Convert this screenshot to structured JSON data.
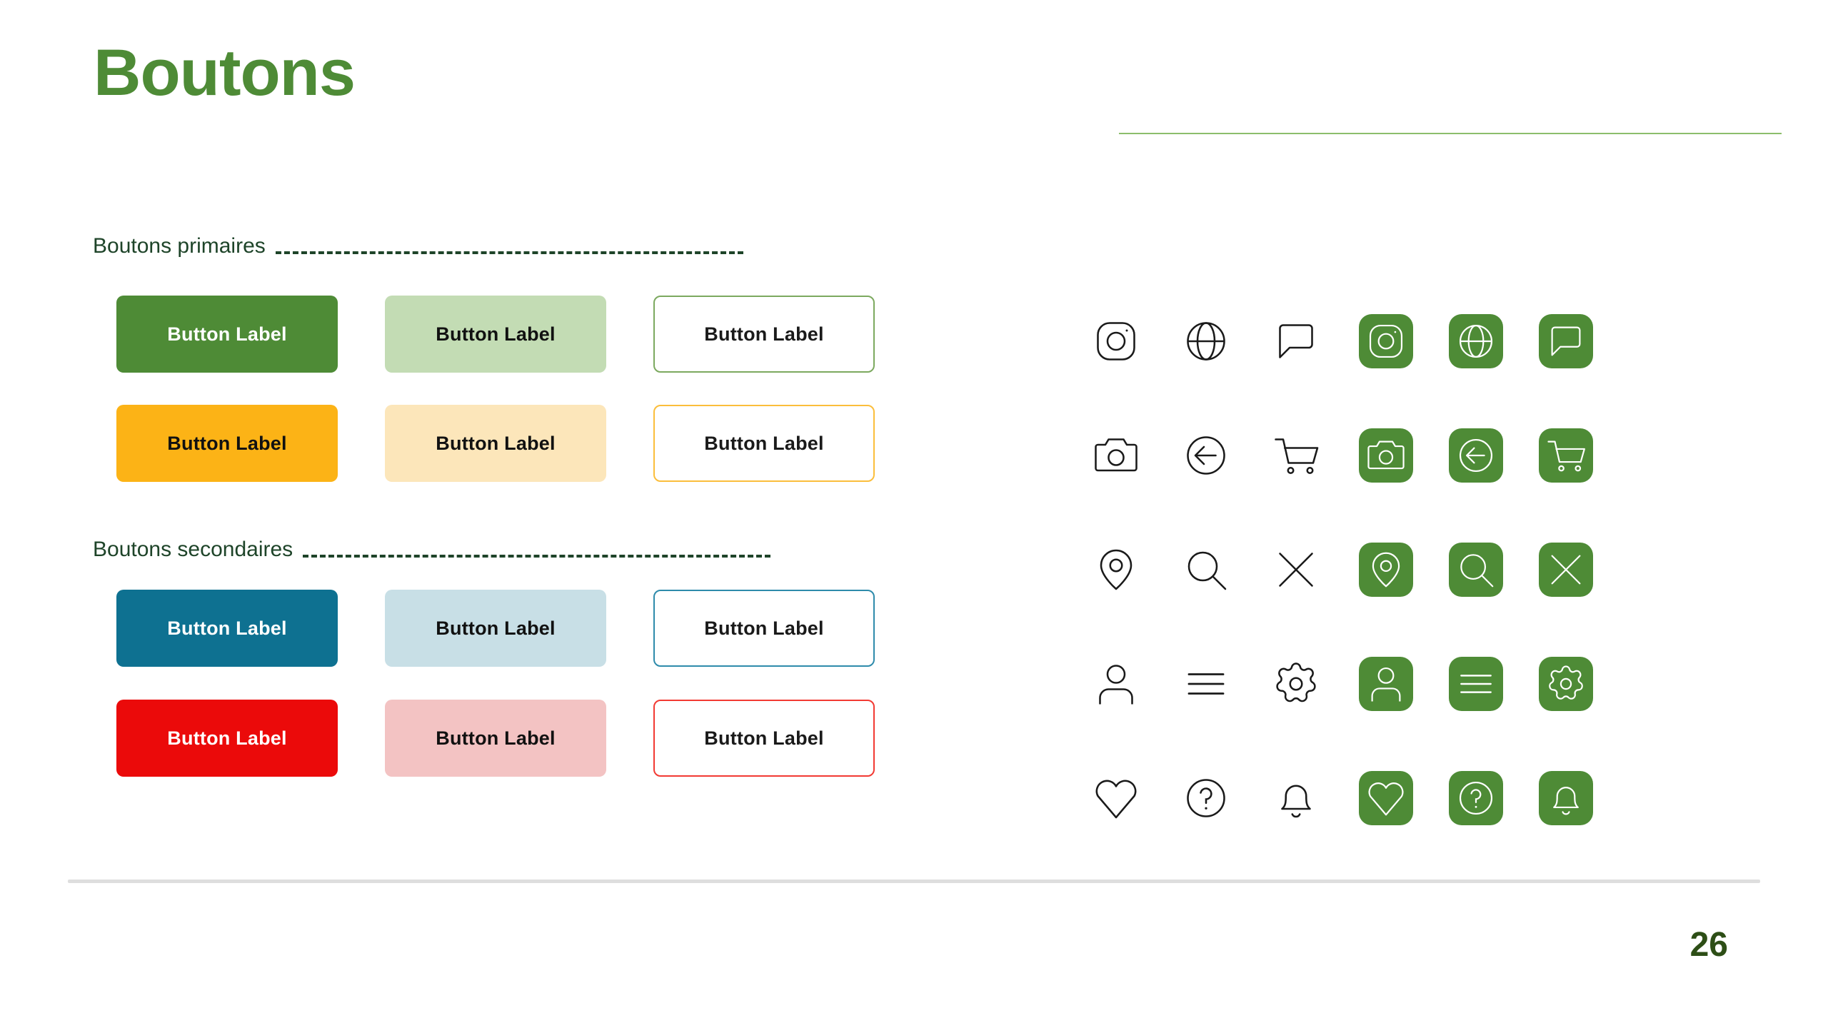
{
  "header": {
    "title": "Boutons",
    "rule_color": "#8CBE6B"
  },
  "sections": [
    {
      "label": "Boutons primaires"
    },
    {
      "label": "Boutons secondaires"
    }
  ],
  "buttons": {
    "label": "Button Label",
    "primary_row_1": [
      {
        "label": "Button Label",
        "style": "fill-green",
        "bg": "#4E8B36",
        "text": "#FFFFFF"
      },
      {
        "label": "Button Label",
        "style": "soft-green",
        "bg": "#C3DCB4",
        "text": "#111111"
      },
      {
        "label": "Button Label",
        "style": "out-green",
        "bg": "#FFFFFF",
        "text": "#1A1A1A",
        "border": "#7CA95F"
      }
    ],
    "primary_row_2": [
      {
        "label": "Button Label",
        "style": "fill-amber",
        "bg": "#FCB316",
        "text": "#111111"
      },
      {
        "label": "Button Label",
        "style": "soft-amber",
        "bg": "#FCE6BA",
        "text": "#111111"
      },
      {
        "label": "Button Label",
        "style": "out-amber",
        "bg": "#FFFFFF",
        "text": "#1A1A1A",
        "border": "#FBBE3C"
      }
    ],
    "secondary_row_1": [
      {
        "label": "Button Label",
        "style": "fill-teal",
        "bg": "#0E7191",
        "text": "#FFFFFF"
      },
      {
        "label": "Button Label",
        "style": "soft-teal",
        "bg": "#C8DFE6",
        "text": "#111111"
      },
      {
        "label": "Button Label",
        "style": "out-teal",
        "bg": "#FFFFFF",
        "text": "#1A1A1A",
        "border": "#2E8BAB"
      }
    ],
    "secondary_row_2": [
      {
        "label": "Button Label",
        "style": "fill-red",
        "bg": "#EB0A0A",
        "text": "#FFFFFF"
      },
      {
        "label": "Button Label",
        "style": "soft-red",
        "bg": "#F3C3C3",
        "text": "#111111"
      },
      {
        "label": "Button Label",
        "style": "out-red",
        "bg": "#FFFFFF",
        "text": "#1A1A1A",
        "border": "#F23A33"
      }
    ]
  },
  "icons": {
    "fill_color": "#4E8B36",
    "outline_color": "#1A1A1A",
    "rows": [
      [
        "photo-icon",
        "globe-icon",
        "chat-bubble-icon"
      ],
      [
        "camera-icon",
        "arrow-left-circle-icon",
        "shopping-cart-icon"
      ],
      [
        "map-pin-icon",
        "search-icon",
        "close-icon"
      ],
      [
        "user-icon",
        "menu-icon",
        "gear-icon"
      ],
      [
        "heart-icon",
        "help-circle-icon",
        "bell-icon"
      ]
    ]
  },
  "footer": {
    "page_number": "26",
    "rule_color": "#DEDEDE"
  }
}
